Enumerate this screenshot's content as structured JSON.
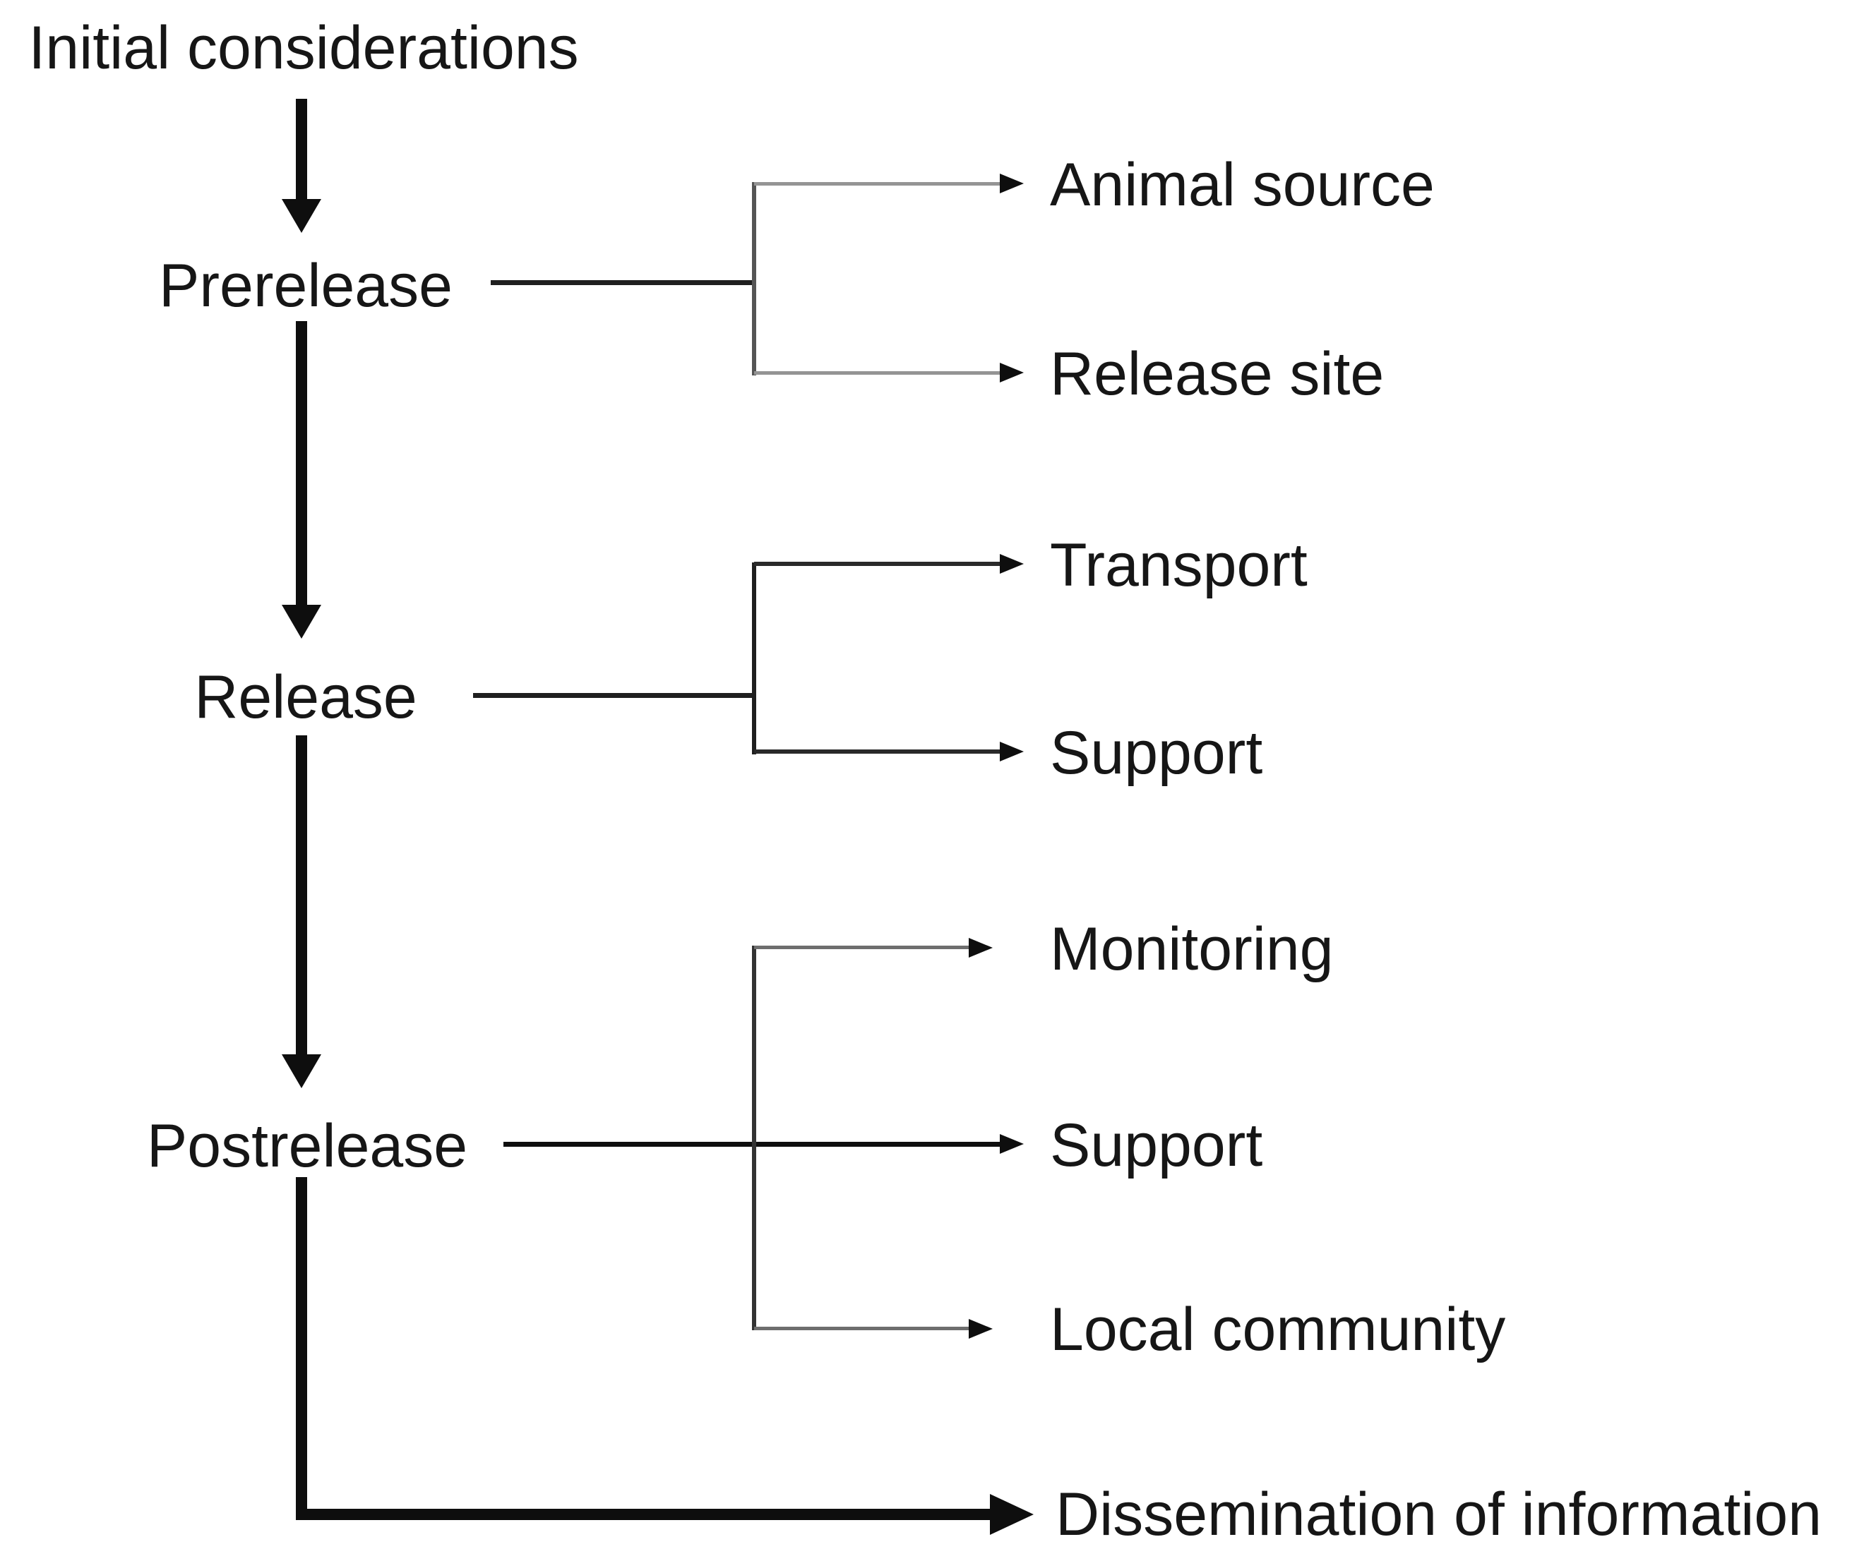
{
  "figure": {
    "type": "flowchart",
    "stages": [
      {
        "id": "initial-considerations",
        "label": "Initial considerations"
      },
      {
        "id": "prerelease",
        "label": "Prerelease",
        "branches": [
          {
            "label": "Animal source"
          },
          {
            "label": "Release site"
          }
        ]
      },
      {
        "id": "release",
        "label": "Release",
        "branches": [
          {
            "label": "Transport"
          },
          {
            "label": "Support"
          }
        ]
      },
      {
        "id": "postrelease",
        "label": "Postrelease",
        "branches": [
          {
            "label": "Monitoring"
          },
          {
            "label": "Support"
          },
          {
            "label": "Local community"
          }
        ]
      }
    ],
    "terminal": {
      "label": "Dissemination of information"
    },
    "colors": {
      "ink": "#161616",
      "main_line": "#0e0e0e",
      "connector_line": "#1f1f1f",
      "bracket_light": "#555555",
      "bracket_dark": "#1f1f1f",
      "bracket_medium": "#333333",
      "branch_light": "#949494",
      "branch_dark": "#2a2a2a",
      "branch_medium": "#6e6e6e",
      "background": "#ffffff"
    }
  }
}
